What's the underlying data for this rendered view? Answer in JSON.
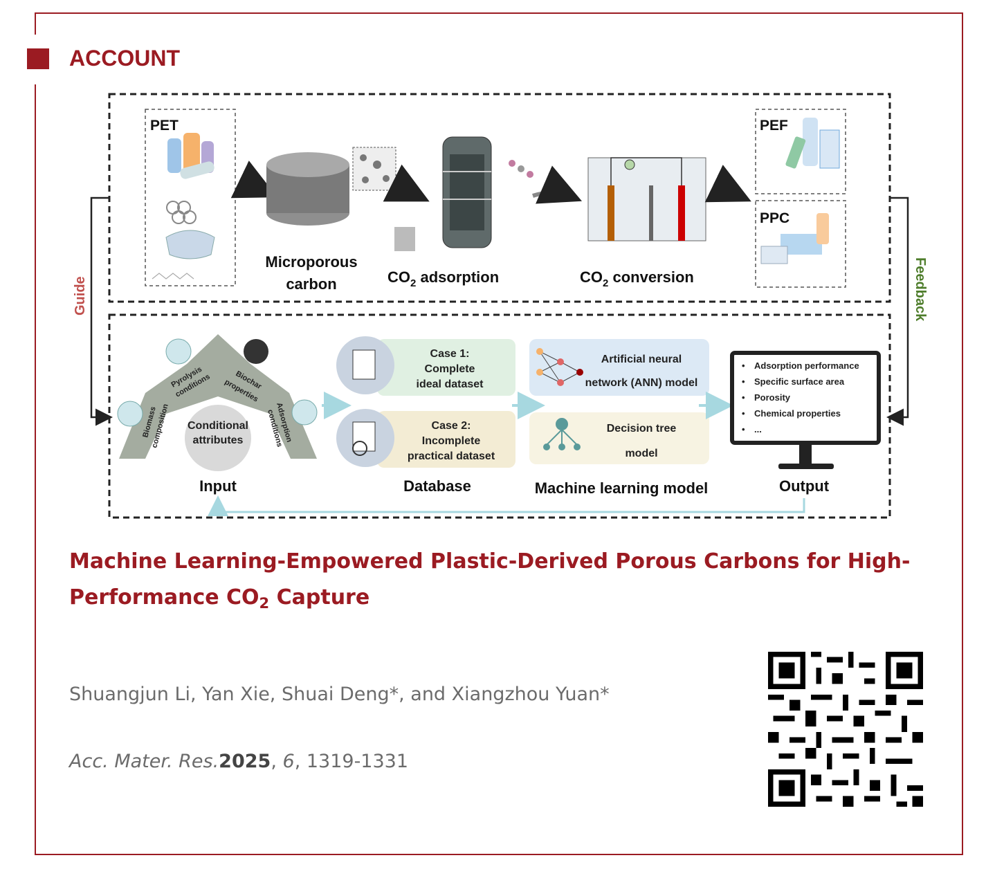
{
  "section": {
    "label": "ACCOUNT"
  },
  "figure": {
    "top_panel": {
      "feedstocks": [
        "PET"
      ],
      "stages": [
        "Microporous",
        "carbon",
        "CO",
        "adsorption",
        "conversion"
      ],
      "sub_2": "2",
      "products": [
        "PEF",
        "PPC"
      ]
    },
    "side_labels": {
      "left": "Guide",
      "right": "Feedback"
    },
    "bottom_panel": {
      "input": {
        "petals": [
          "Biomass",
          "composition",
          "Pyrolysis",
          "conditions",
          "Biochar",
          "properties",
          "Adsorption",
          "conditions"
        ],
        "center": [
          "Conditional",
          "attributes"
        ],
        "label": "Input"
      },
      "database": {
        "case1": [
          "Case 1:",
          "Complete",
          "ideal dataset"
        ],
        "case2": [
          "Case 2:",
          "Incomplete",
          "practical dataset"
        ],
        "label": "Database"
      },
      "ml": {
        "ann": [
          "Artificial neural",
          "network (ANN) model"
        ],
        "tree": [
          "Decision tree",
          "model"
        ],
        "label": "Machine learning model"
      },
      "output": {
        "items": [
          "Adsorption performance",
          "Specific surface area",
          "Porosity",
          "Chemical properties",
          "..."
        ],
        "label": "Output"
      }
    }
  },
  "article": {
    "title_line1": "Machine Learning-Empowered Plastic-Derived Porous Carbons for High-",
    "title_line2_pre": "Performance CO",
    "title_sub": "2",
    "title_line2_post": " Capture",
    "authors": "Shuangjun Li, Yan Xie, Shuai Deng*, and Xiangzhou Yuan*",
    "journal": "Acc. Mater. Res.",
    "year": "2025",
    "sep1": ", ",
    "volume": "6",
    "pages": ", 1319-1331"
  },
  "colors": {
    "accent": "#9b1b22",
    "guide": "#c0504d",
    "feedback": "#4e7d2b"
  }
}
